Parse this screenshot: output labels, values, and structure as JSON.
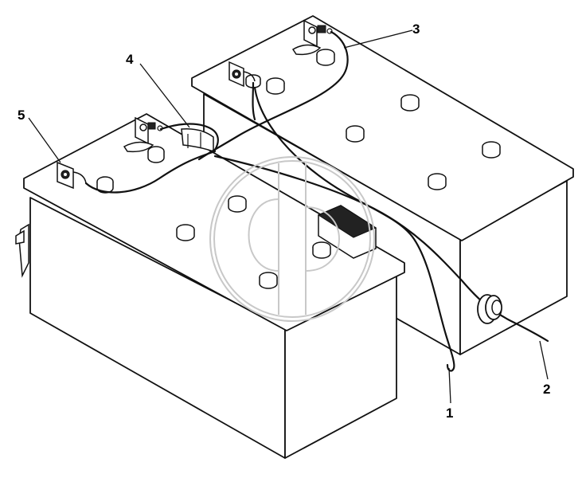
{
  "callouts": [
    {
      "id": "1",
      "text": "1"
    },
    {
      "id": "2",
      "text": "2"
    },
    {
      "id": "3",
      "text": "3"
    },
    {
      "id": "4",
      "text": "4"
    },
    {
      "id": "5",
      "text": "5"
    }
  ],
  "colors": {
    "line": "#111111",
    "watermark": "#c8c8c8",
    "background": "#ffffff"
  }
}
